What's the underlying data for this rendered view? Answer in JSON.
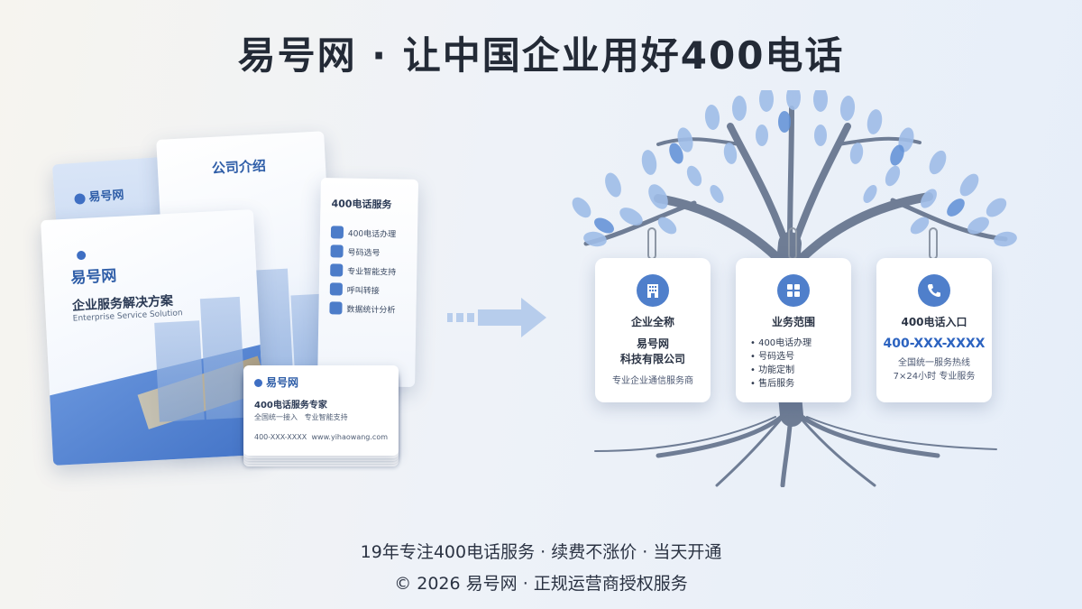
{
  "header": {
    "title": "易号网 · 让中国企业用好400电话"
  },
  "brochure_front": {
    "brand": "易号网",
    "title": "企业服务解决方案",
    "subtitle": "Enterprise Service Solution"
  },
  "brochure_back": {
    "brand": "易号网"
  },
  "brochure_mid": {
    "title": "公司介绍"
  },
  "brochure_right": {
    "title": "400电话服务",
    "items": [
      "400电话办理",
      "号码选号",
      "专业智能支持",
      "呼叫转接",
      "数据统计分析"
    ]
  },
  "business_card": {
    "brand": "易号网",
    "title": "400电话服务专家",
    "line1": "全国统一接入",
    "line2": "专业智能支持",
    "phone": "400-XXX-XXXX",
    "site": "www.yihaowang.com"
  },
  "tags": {
    "company": {
      "heading": "企业全称",
      "name_line1": "易号网",
      "name_line2": "科技有限公司",
      "desc": "专业企业通信服务商"
    },
    "business": {
      "heading": "业务范围",
      "items": [
        "400电话办理",
        "号码选号",
        "功能定制",
        "售后服务"
      ]
    },
    "hotline": {
      "heading": "400电话入口",
      "phone": "400-XXX-XXXX",
      "desc_line1": "全国统一服务热线",
      "desc_line2": "7×24小时  专业服务"
    }
  },
  "footer": {
    "line1": "19年专注400电话服务 · 续费不涨价 · 当天开通",
    "line2": "© 2026 易号网 · 正规运营商授权服务"
  },
  "colors": {
    "accent": "#3f6fc3",
    "leaf": "#9fbde8",
    "trunk": "#6f7d95"
  }
}
